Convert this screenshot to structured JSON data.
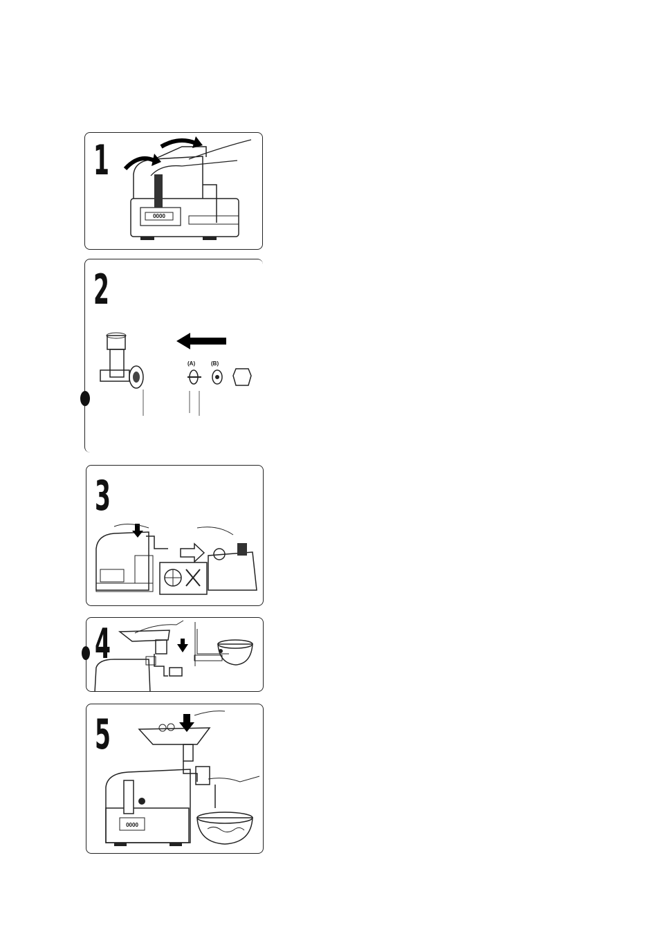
{
  "steps": [
    {
      "number": "1"
    },
    {
      "number": "2",
      "parts": {
        "label_a": "(A)",
        "label_b": "(B)"
      }
    },
    {
      "number": "3"
    },
    {
      "number": "4"
    },
    {
      "number": "5"
    }
  ],
  "appliance": {
    "display_text": "0000"
  }
}
